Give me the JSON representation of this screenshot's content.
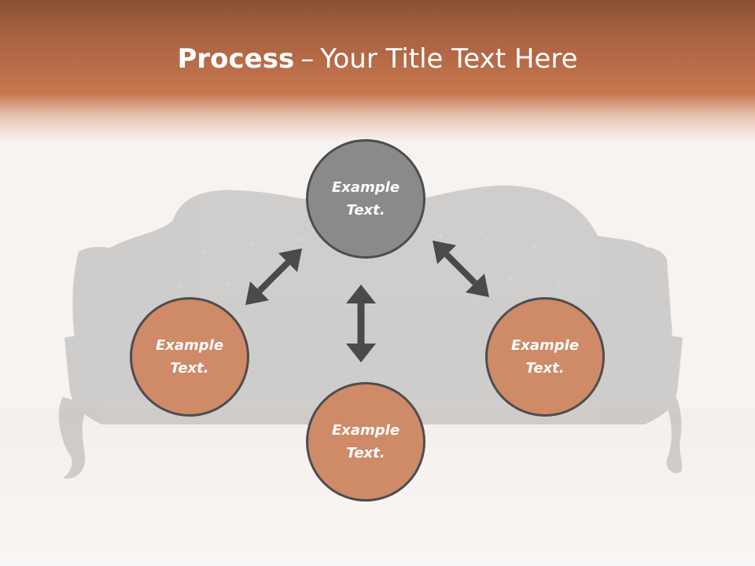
{
  "title": {
    "bold": "Process",
    "separator": "–",
    "rest": "Your Title Text Here"
  },
  "nodes": {
    "top": "Example Text.",
    "left": "Example Text.",
    "right": "Example Text.",
    "bottom": "Example Text."
  },
  "colors": {
    "header": "#c6774f",
    "node_gray": "#8a8a8a",
    "node_orange": "#cf8a67",
    "arrow": "#4a4a4a",
    "sofa": "#5a5a5a"
  }
}
